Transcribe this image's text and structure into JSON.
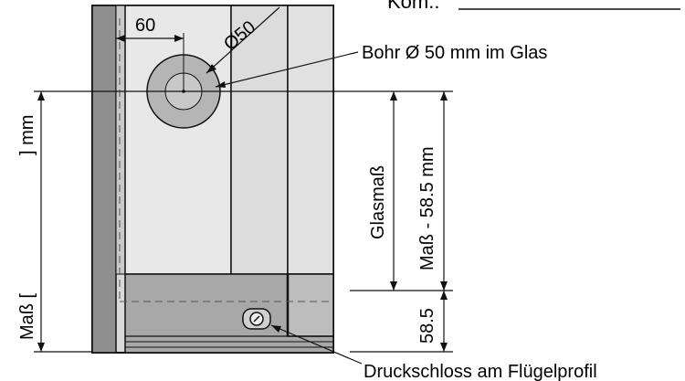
{
  "header": {
    "kom_label": "Kom.:"
  },
  "dimensions": {
    "offset_60": "60",
    "diameter_50": "Ø50",
    "glasmass": "Glasmaß",
    "mass_minus": "Maß - 58.5 mm",
    "height_585": "58.5",
    "left_mass_open": "Maß [",
    "left_mm_close": "] mm"
  },
  "callouts": {
    "bohr": "Bohr Ø 50 mm im Glas",
    "druckschloss": "Druckschloss am Flügelprofil"
  },
  "colors": {
    "profile_dark": "#8f8f8f",
    "glass": "#e6e6e6",
    "bottom_rail": "#a8a8a8",
    "hole": "#b5b5b5",
    "line": "#111111"
  }
}
